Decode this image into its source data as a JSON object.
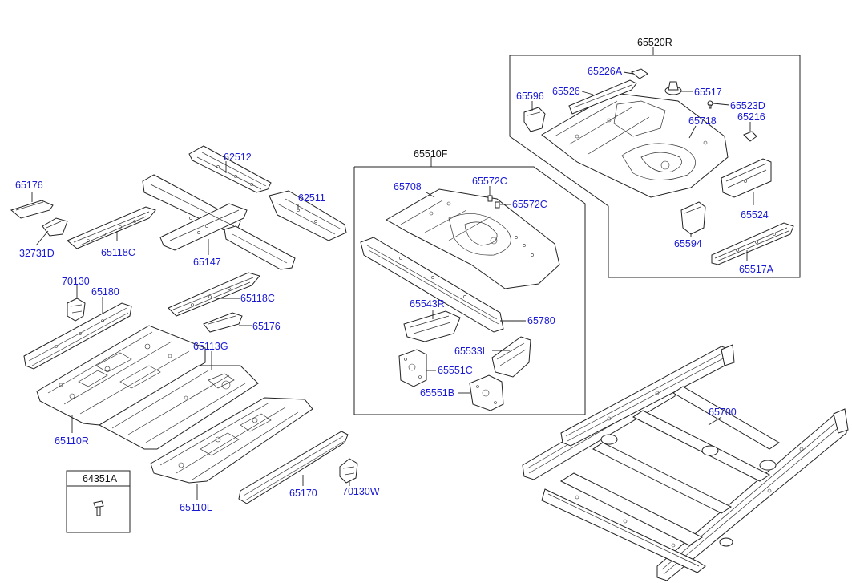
{
  "group_labels": {
    "rear_floor_assy": "65520R",
    "center_floor_assy": "65510F"
  },
  "part_labels": {
    "p65176_a": "65176",
    "p32731D": "32731D",
    "p65118C_a": "65118C",
    "p62512": "62512",
    "p62511": "62511",
    "p65147": "65147",
    "p70130": "70130",
    "p65180": "65180",
    "p65118C_b": "65118C",
    "p65176_b": "65176",
    "p65113G": "65113G",
    "p65110R": "65110R",
    "p65110L": "65110L",
    "p65170": "65170",
    "p70130W": "70130W",
    "p64351A": "64351A",
    "p65708": "65708",
    "p65572C_a": "65572C",
    "p65572C_b": "65572C",
    "p65543R": "65543R",
    "p65780": "65780",
    "p65533L": "65533L",
    "p65551C": "65551C",
    "p65551B": "65551B",
    "p65226A": "65226A",
    "p65526": "65526",
    "p65596": "65596",
    "p65517": "65517",
    "p65523D": "65523D",
    "p65718": "65718",
    "p65216": "65216",
    "p65524": "65524",
    "p65594": "65594",
    "p65517A": "65517A",
    "p65700": "65700"
  },
  "colors": {
    "label": "#1a1ad6",
    "line": "#222222",
    "background": "#ffffff"
  }
}
